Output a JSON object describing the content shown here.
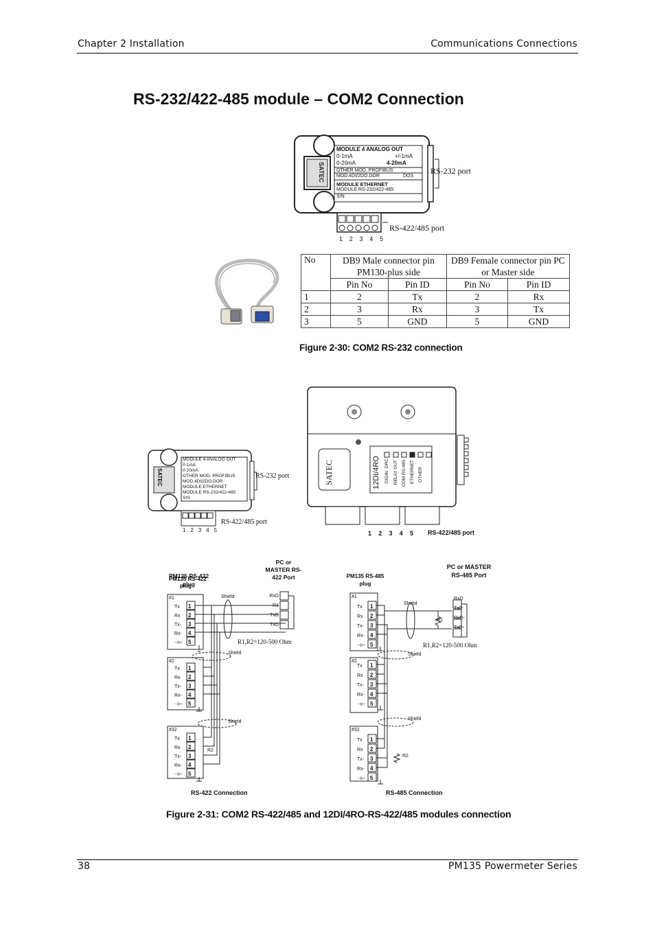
{
  "header": {
    "left": "Chapter 2   Installation",
    "right": "Communications Connections"
  },
  "section_title": "RS-232/422-485 module – COM2 Connection",
  "module_label": {
    "rows": [
      "MODULE 4 ANALOG OUT",
      "0-1mA",
      "+/-1mA",
      "0-20mA",
      "4-20mA",
      "OTHER  MOD. PROFIBUS",
      "MOD.4DI/2DO.DOR",
      "DOS",
      "MODULE ETHERNET",
      "MODULE RS-232/422-485",
      "S/N"
    ],
    "brand": "SATEC",
    "rs232_port": "RS-232 port",
    "rs485_port": "RS-422/485 port",
    "pins": [
      "1",
      "2",
      "3",
      "4",
      "5"
    ]
  },
  "pin_table": {
    "headers": [
      "No",
      "DB9 Male connector pin PM130-plus side",
      "DB9 Female connector pin PC or Master side"
    ],
    "subheaders": [
      "Pin No",
      "Pin ID",
      "Pin No",
      "Pin ID"
    ],
    "rows": [
      [
        "1",
        "2",
        "Tx",
        "2",
        "Rx"
      ],
      [
        "2",
        "3",
        "Rx",
        "3",
        "Tx"
      ],
      [
        "3",
        "5",
        "GND",
        "5",
        "GND"
      ]
    ]
  },
  "fig30_caption": "Figure 2-30: COM2 RS-232 connection",
  "io_module": {
    "brand": "SATEC",
    "model": "12DI/4RO",
    "columns": [
      "DRC",
      "DIGIN",
      "RELAY OUT",
      "COM RS-485",
      "ETHERNET",
      "OTHER"
    ],
    "port_label": "RS-422/485 port"
  },
  "rs422": {
    "plug_title": "PM135 RS-422 plug",
    "pc_title": "PC or MASTER RS-422 Port",
    "pc_pins": [
      "RxD",
      "R1",
      "TxD",
      "TxD"
    ],
    "pins": [
      "Tx",
      "Rx",
      "Tx-",
      "Rx-",
      "⊣⊢"
    ],
    "devices": [
      "#1",
      "#2",
      "#32"
    ],
    "shield": "Shield",
    "resistors": "R1,R2=120-500 Ohm",
    "r2": "R2",
    "caption": "RS-422 Connection"
  },
  "rs485": {
    "plug_title": "PM135 RS-485 plug",
    "pc_title": "PC or MASTER RS-485 Port",
    "pc_pins": [
      "RxD",
      "TxD",
      "RxD-",
      "TxD-"
    ],
    "pins": [
      "Tx",
      "Rx",
      "Tx-",
      "Rx-",
      "⊣⊢"
    ],
    "devices": [
      "#1",
      "#2",
      "#32"
    ],
    "shield": "Shield",
    "resistors": "R1,R2=120-500 Ohm",
    "r1": "R1",
    "r2": "R2",
    "caption": "RS-485 Connection"
  },
  "fig31_caption": "Figure 2-31: COM2 RS-422/485 and 12DI/4RO-RS-422/485 modules connection",
  "footer": {
    "page": "38",
    "series": "PM135 Powermeter Series"
  }
}
